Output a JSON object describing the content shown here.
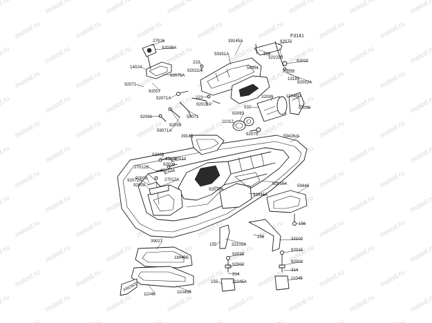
{
  "figure": {
    "code": "F3141",
    "watermark": "motod.ru",
    "parts": [
      {
        "id": "p1",
        "label": "27016"
      },
      {
        "id": "p2",
        "label": "92039A"
      },
      {
        "id": "p3",
        "label": "14024"
      },
      {
        "id": "p4",
        "label": "92075A"
      },
      {
        "id": "p5",
        "label": "92071"
      },
      {
        "id": "p6",
        "label": "92057"
      },
      {
        "id": "p7",
        "label": "92071A"
      },
      {
        "id": "p8",
        "label": "92066"
      },
      {
        "id": "p9",
        "label": "92059"
      },
      {
        "id": "p10",
        "label": "59071A"
      },
      {
        "id": "p11",
        "label": "59071"
      },
      {
        "id": "p12",
        "label": "223"
      },
      {
        "id": "p13",
        "label": "92022A"
      },
      {
        "id": "p14",
        "label": "223"
      },
      {
        "id": "p15",
        "label": "92022A"
      },
      {
        "id": "p16",
        "label": "39145A"
      },
      {
        "id": "p17",
        "label": "59351A"
      },
      {
        "id": "p18",
        "label": "59351"
      },
      {
        "id": "p19",
        "label": "318"
      },
      {
        "id": "p20",
        "label": "32102B"
      },
      {
        "id": "p21",
        "label": "92072"
      },
      {
        "id": "p22",
        "label": "92022"
      },
      {
        "id": "p23",
        "label": "92022"
      },
      {
        "id": "p24",
        "label": "13183"
      },
      {
        "id": "p25",
        "label": "92002A"
      },
      {
        "id": "p26",
        "label": "11046D"
      },
      {
        "id": "p27",
        "label": "92039"
      },
      {
        "id": "p28",
        "label": "32099"
      },
      {
        "id": "p29",
        "label": "532"
      },
      {
        "id": "p30",
        "label": "92083"
      },
      {
        "id": "p31",
        "label": "11012"
      },
      {
        "id": "p32",
        "label": "92075"
      },
      {
        "id": "p33",
        "label": "39146"
      },
      {
        "id": "p34",
        "label": "59426/A"
      },
      {
        "id": "p35",
        "label": "92009"
      },
      {
        "id": "p36",
        "label": "92009"
      },
      {
        "id": "p37",
        "label": "27012B"
      },
      {
        "id": "p38",
        "label": "92009"
      },
      {
        "id": "p39",
        "label": "27012"
      },
      {
        "id": "p40",
        "label": "27012A"
      },
      {
        "id": "p41",
        "label": "92009"
      },
      {
        "id": "p42",
        "label": "92072A"
      },
      {
        "id": "p43",
        "label": "27012A"
      },
      {
        "id": "p44",
        "label": "92009"
      },
      {
        "id": "p45",
        "label": "92015A"
      },
      {
        "id": "p46",
        "label": "92015A"
      },
      {
        "id": "p47",
        "label": "92015A"
      },
      {
        "id": "p48",
        "label": "59446"
      },
      {
        "id": "p49",
        "label": "156"
      },
      {
        "id": "p50",
        "label": "39027"
      },
      {
        "id": "p51",
        "label": "11045C"
      },
      {
        "id": "p52",
        "label": "11046"
      },
      {
        "id": "p53",
        "label": "11045B"
      },
      {
        "id": "p54",
        "label": "155"
      },
      {
        "id": "p55",
        "label": "32102A"
      },
      {
        "id": "p56",
        "label": "92015"
      },
      {
        "id": "p57",
        "label": "92002"
      },
      {
        "id": "p58",
        "label": "314"
      },
      {
        "id": "p59",
        "label": "155"
      },
      {
        "id": "p60",
        "label": "11045A"
      },
      {
        "id": "p61",
        "label": "155"
      },
      {
        "id": "p62",
        "label": "32102"
      },
      {
        "id": "p63",
        "label": "92015"
      },
      {
        "id": "p64",
        "label": "92002"
      },
      {
        "id": "p65",
        "label": "314"
      },
      {
        "id": "p66",
        "label": "11045"
      }
    ],
    "front_label": "FRONT"
  }
}
